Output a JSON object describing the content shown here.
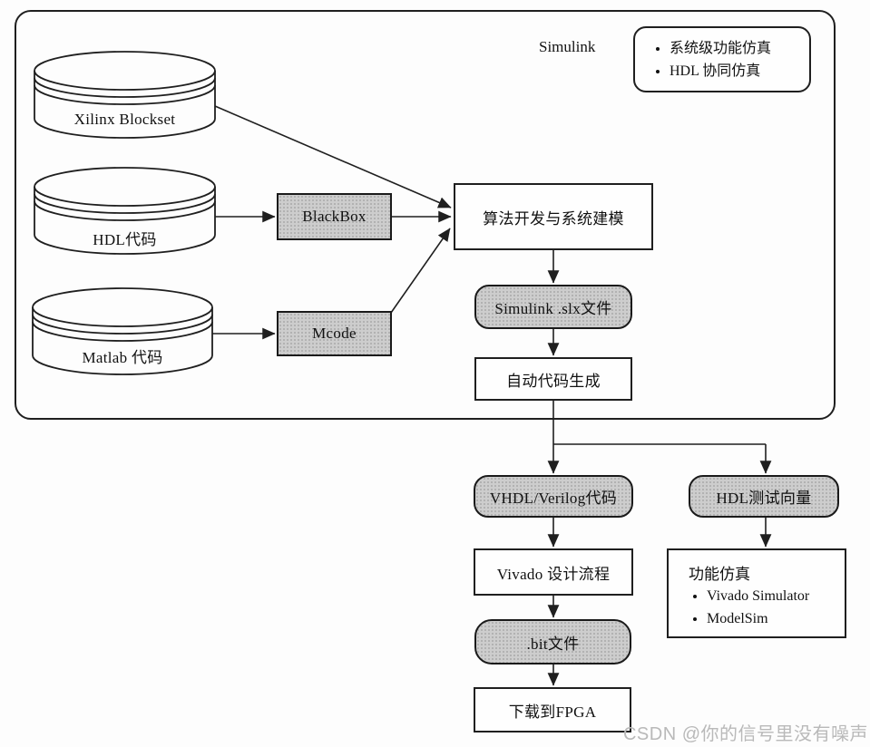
{
  "page": {
    "watermark": "CSDN @你的信号里没有噪声"
  },
  "colors": {
    "line": "#1f1f1f",
    "node_gray_fill": "#cdcdcd",
    "background": "#fdfdfd",
    "watermark_gray": "#b9b9b9"
  },
  "diagram": {
    "simulink_label": "Simulink",
    "sim_box": {
      "items": [
        "系统级功能仿真",
        "HDL 协同仿真"
      ]
    },
    "cylinders": [
      {
        "label": "Xilinx Blockset"
      },
      {
        "label": "HDL代码"
      },
      {
        "label": "Matlab 代码"
      }
    ],
    "nodes": {
      "blackbox": {
        "label": "BlackBox"
      },
      "mcode": {
        "label": "Mcode"
      },
      "algo": {
        "label": "算法开发与系统建模"
      },
      "slx": {
        "label": "Simulink .slx文件"
      },
      "autogen": {
        "label": "自动代码生成"
      },
      "vhdl": {
        "label": "VHDL/Verilog代码"
      },
      "hdl_test": {
        "label": "HDL测试向量"
      },
      "vivado": {
        "label": "Vivado 设计流程"
      },
      "bit": {
        "label": ".bit文件"
      },
      "download": {
        "label": "下载到FPGA"
      },
      "func_sim": {
        "title": "功能仿真",
        "items": [
          "Vivado Simulator",
          "ModelSim"
        ]
      }
    }
  }
}
